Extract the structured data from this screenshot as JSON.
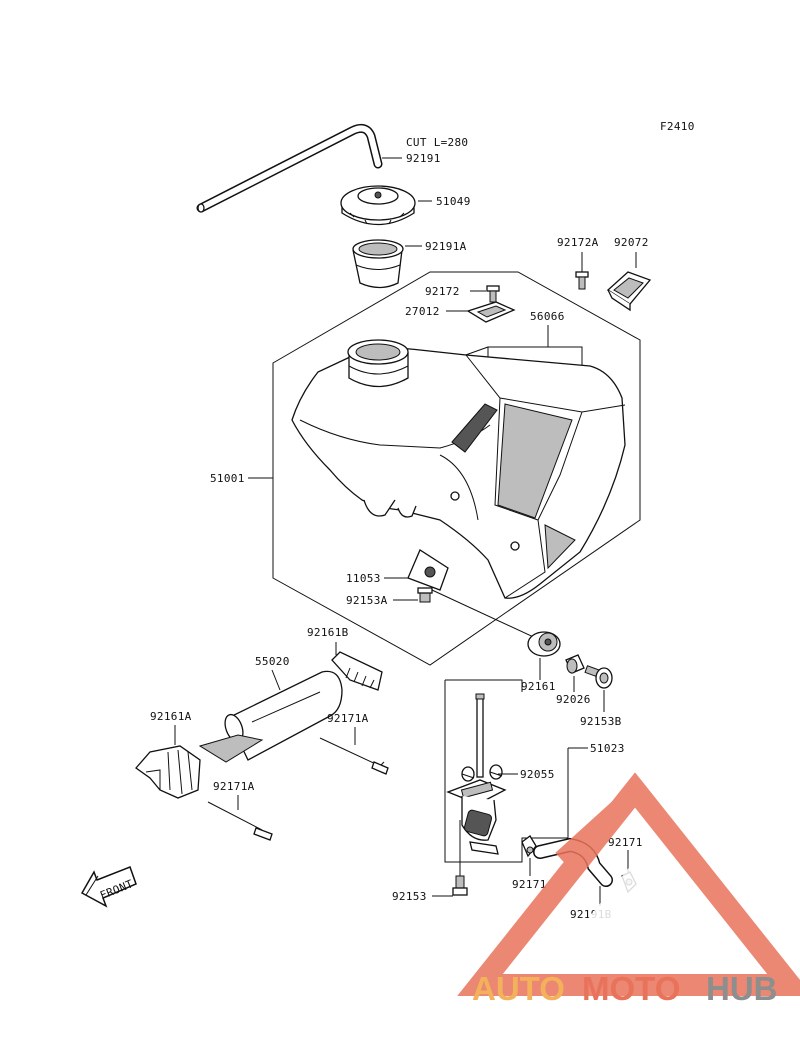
{
  "figure_code": "F2410",
  "parts": {
    "cut_note": "CUT L=280",
    "breather_hose": "92191",
    "fuel_cap": "51049",
    "cap_collar": "92191A",
    "screw_right": "92172A",
    "clip_right": "92072",
    "screw_top": "92172",
    "bracket": "27012",
    "pad": "56066",
    "fuel_tank": "51001",
    "tank_bracket": "11053",
    "bolt_bracket": "92153A",
    "pad_left_b": "92161B",
    "shroud_cover": "55020",
    "pad_left_a": "92161A",
    "band_upper": "92171A",
    "band_lower": "92171A",
    "damper": "92161",
    "collar": "92026",
    "bolt_collar": "92153B",
    "fuel_cock": "51023",
    "oring": "92055",
    "bolt_cock": "92153",
    "clamp_left": "92171",
    "clamp_right": "92171",
    "fuel_hose": "92191B",
    "front_arrow": "FRONT"
  },
  "watermark": {
    "part1": "AUTO",
    "part2": "MOTO",
    "part3": "HUB",
    "color_red": "#e8735a",
    "color_orange": "#f2b15a",
    "color_gray": "#8e8e8e"
  }
}
